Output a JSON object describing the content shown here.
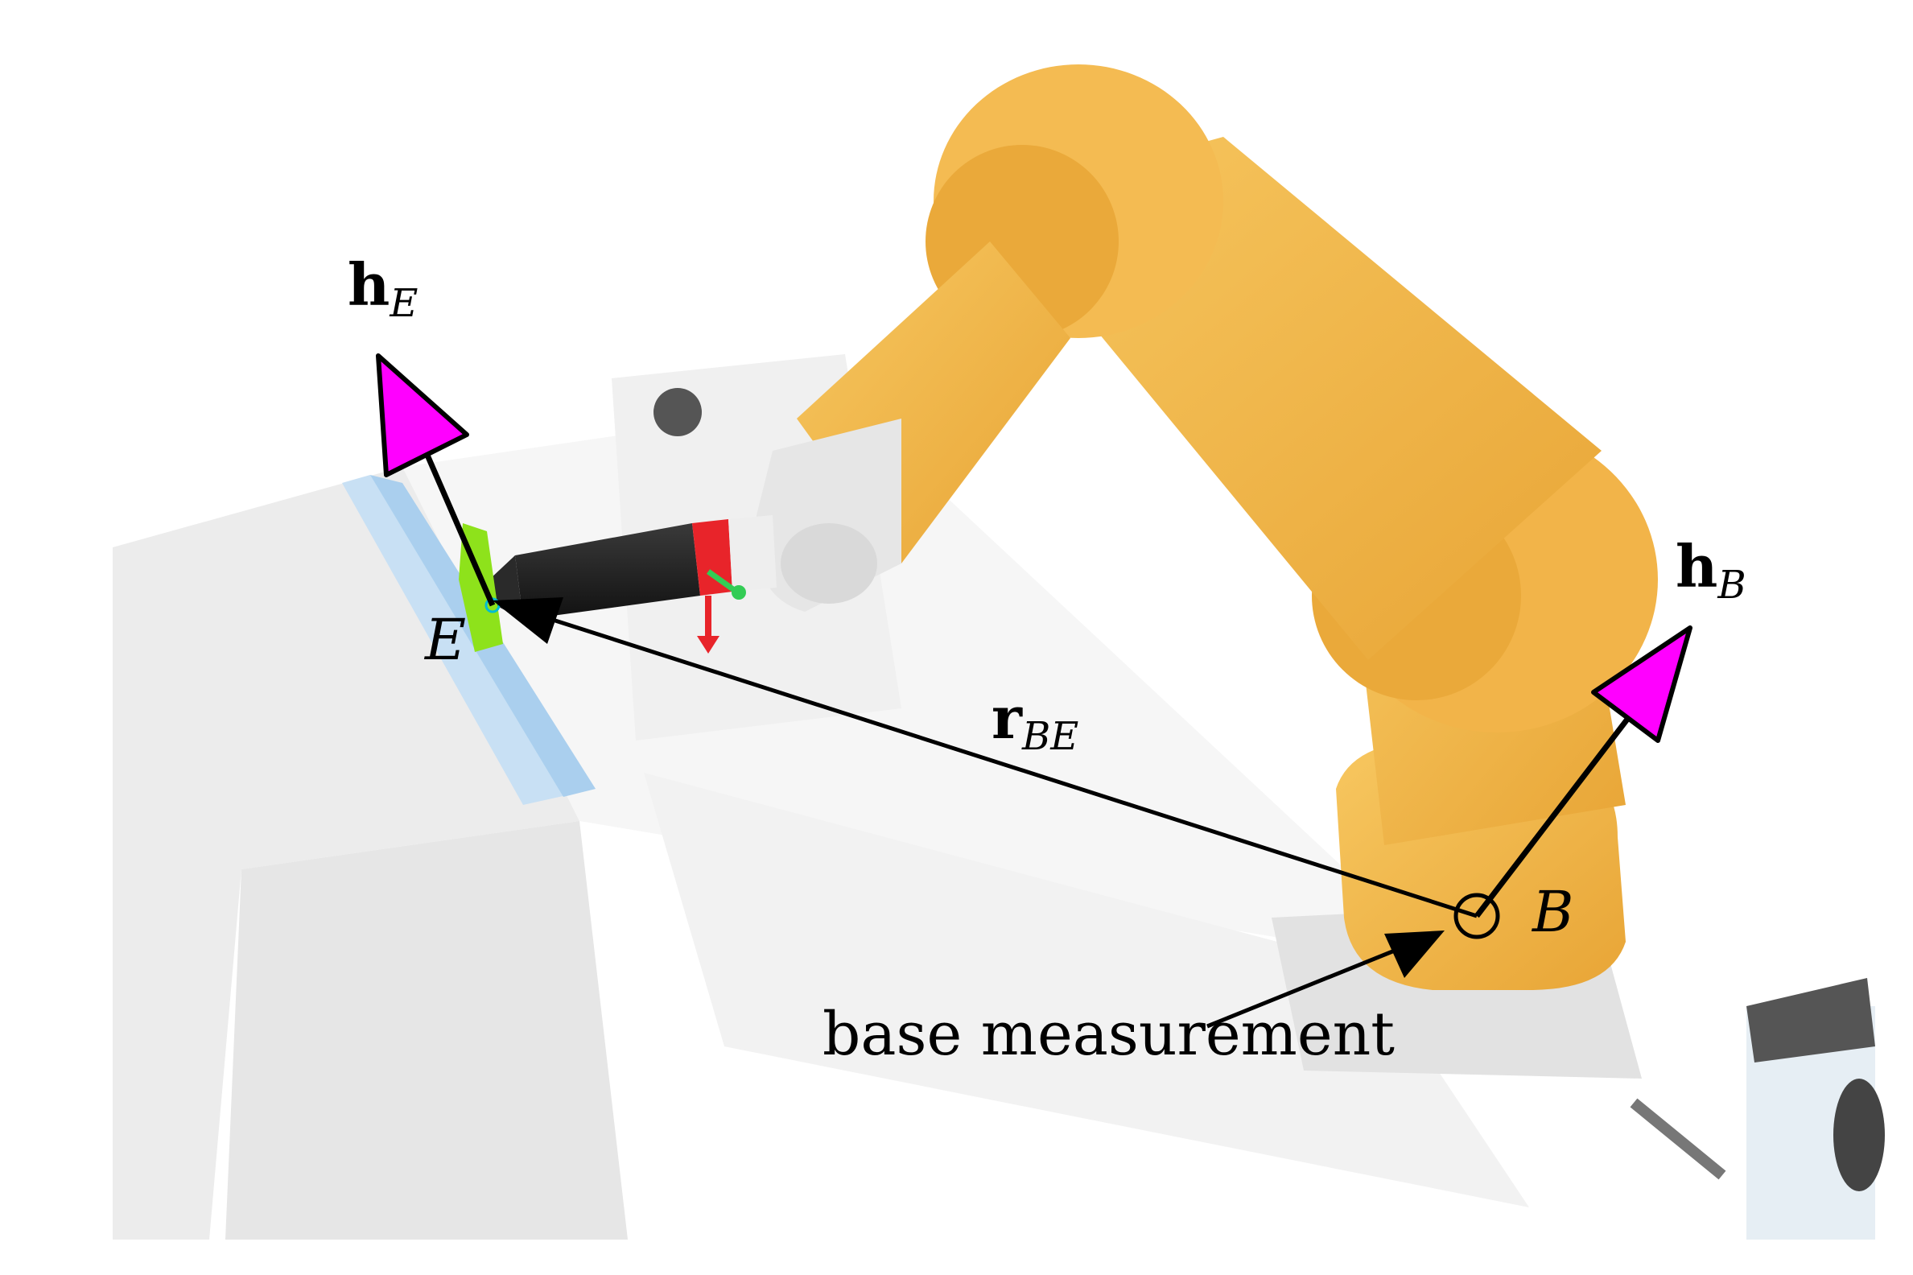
{
  "labels": {
    "h_E": {
      "main": "h",
      "sub": "E"
    },
    "h_B": {
      "main": "h",
      "sub": "B"
    },
    "r_BE": {
      "main": "r",
      "sub": "BE"
    },
    "point_E": "E",
    "point_B": "B",
    "base_measurement": "base measurement"
  },
  "colors": {
    "robot_arm": "#f2b449",
    "robot_arm_shade": "#e39f2c",
    "axis_arrowhead": "#ff00ff",
    "tool_body": "#222222",
    "tool_ring": "#e8242a",
    "rail": "#bcd9f2",
    "contact_patch": "#8ee21b",
    "vector": "#000000"
  },
  "icons": {
    "tool_frame_x": "red-down-arrow-icon",
    "tool_frame_y": "green-arrow-icon",
    "point_marker": "circle-marker-icon"
  }
}
